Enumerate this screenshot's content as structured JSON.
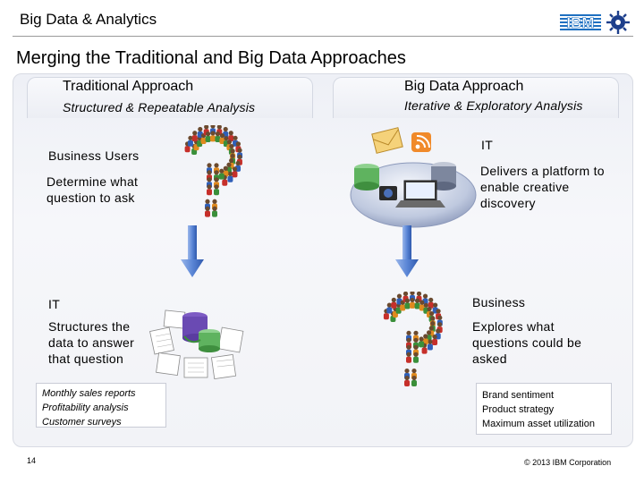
{
  "header": {
    "title": "Big Data & Analytics",
    "logo_text": "IBM"
  },
  "slide": {
    "title": "Merging the Traditional and Big Data Approaches"
  },
  "traditional": {
    "title": "Traditional Approach",
    "subtitle": "Structured & Repeatable Analysis",
    "step1": {
      "heading": "Business Users",
      "text_line1": "Determine what",
      "text_line2": "question to ask"
    },
    "step2": {
      "heading": "IT",
      "text_line1": "Structures the",
      "text_line2": "data to answer",
      "text_line3": "that question"
    },
    "examples": [
      "Monthly sales reports",
      "Profitability analysis",
      "Customer surveys"
    ]
  },
  "bigdata": {
    "title": "Big Data Approach",
    "subtitle": "Iterative & Exploratory Analysis",
    "step1": {
      "heading": "IT",
      "text_line1": "Delivers a platform to",
      "text_line2": "enable creative",
      "text_line3": "discovery"
    },
    "step2": {
      "heading": "Business",
      "text_line1": "Explores what",
      "text_line2": "questions could be",
      "text_line3": "asked"
    },
    "examples": [
      "Brand sentiment",
      "Product strategy",
      "Maximum asset utilization"
    ]
  },
  "footer": {
    "page_number": "14",
    "copyright": "© 2013 IBM Corporation"
  },
  "colors": {
    "arrow_blue": "#3f6fc9",
    "panel_bg": "#eef0f6",
    "people_red": "#c62f2a",
    "people_green": "#3a8f3a",
    "people_blue": "#2f5fb8",
    "people_orange": "#e08a1e"
  }
}
